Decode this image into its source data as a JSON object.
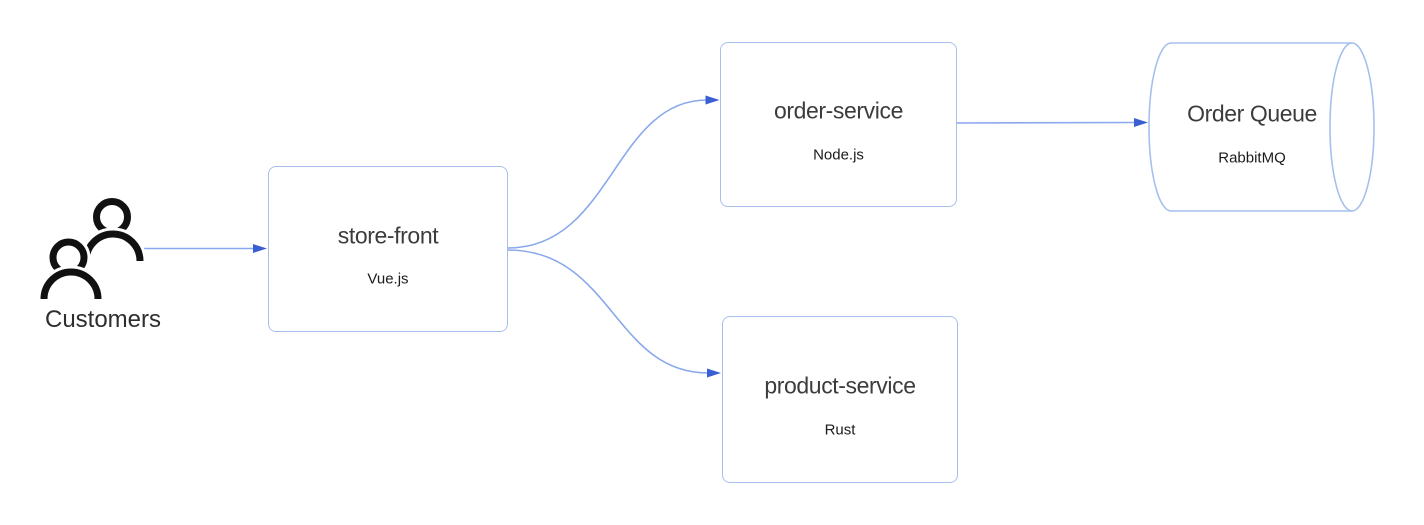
{
  "diagram": {
    "background": "#ffffff",
    "colors": {
      "node_border": "#a6c0ee",
      "node_fill": "#ffffff",
      "edge_line": "#8aa8ec",
      "arrowhead_fill": "#3a5fd2",
      "title_text": "#3c3c3c",
      "subtitle_text": "#1b1b1b",
      "actor_icon": "#111111"
    },
    "actor": {
      "label": "Customers",
      "icon": "people-icon"
    },
    "nodes": [
      {
        "id": "store-front",
        "shape": "rectangle",
        "title": "store-front",
        "subtitle": "Vue.js"
      },
      {
        "id": "order-service",
        "shape": "rectangle",
        "title": "order-service",
        "subtitle": "Node.js"
      },
      {
        "id": "product-service",
        "shape": "rectangle",
        "title": "product-service",
        "subtitle": "Rust"
      },
      {
        "id": "order-queue",
        "shape": "cylinder",
        "title": "Order Queue",
        "subtitle": "RabbitMQ"
      }
    ],
    "edges": [
      {
        "from": "customers",
        "to": "store-front",
        "style": "straight-arrow"
      },
      {
        "from": "store-front",
        "to": "order-service",
        "style": "curved-arrow"
      },
      {
        "from": "store-front",
        "to": "product-service",
        "style": "curved-arrow"
      },
      {
        "from": "order-service",
        "to": "order-queue",
        "style": "straight-arrow"
      }
    ]
  }
}
